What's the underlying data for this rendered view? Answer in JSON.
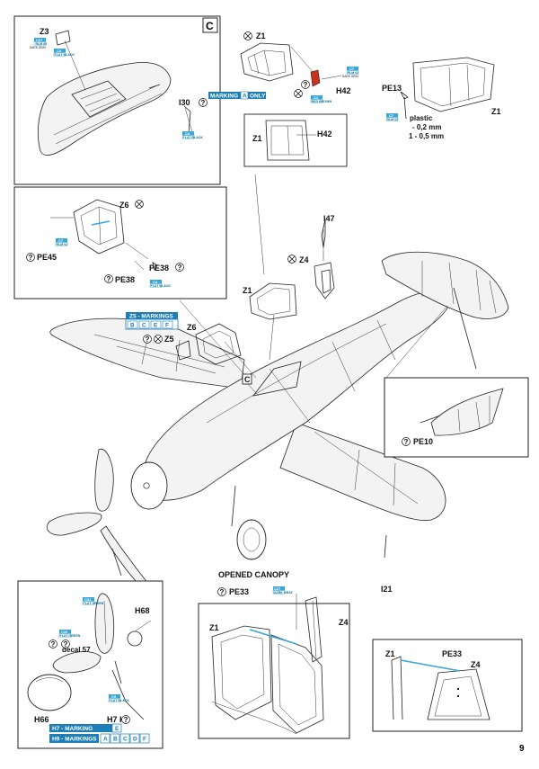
{
  "page_number": "9",
  "colors": {
    "accent_cyan": "#3aa6d6",
    "marking_blue": "#1e7eb8",
    "chip_red": "#c8311e",
    "line": "#222222"
  },
  "inset_c": {
    "corner_letter": "C",
    "part_z3": "Z3",
    "part_i30": "I30",
    "chip_top": {
      "num": "C27",
      "code": "RLM 66",
      "caption": "DARK GRAY"
    },
    "chip_mid": {
      "num": "C4",
      "code": "FLAT BLACK"
    },
    "chip_bottom": {
      "num": "C4",
      "code": "FLAT BLACK"
    }
  },
  "canopy_top": {
    "part_z1": "Z1",
    "part_h42": "H42",
    "marking_label": "MARKING",
    "marking_letter": "A",
    "marking_only": "ONLY",
    "chip_grey": {
      "num": "C7",
      "code": "RLM 02",
      "caption": "DARK GRAY"
    },
    "chip_red": {
      "num": "C1",
      "code": "RED BROWN"
    },
    "detail_z1": "Z1",
    "detail_h42": "H42"
  },
  "top_right": {
    "part_pe13": "PE13",
    "part_z1": "Z1",
    "chip": {
      "num": "C7",
      "code": "RLM 02"
    },
    "plastic_label": "plastic",
    "dim1": "- 0,2 mm",
    "dim2": "1 - 0,5 mm"
  },
  "inset_seat": {
    "part_z6": "Z6",
    "part_pe45": "PE45",
    "part_pe38a": "PE38",
    "part_pe38b": "PE38",
    "chip_a": {
      "num": "C7",
      "code": "RLM 02"
    },
    "chip_b": {
      "num": "C4",
      "code": "FLAT BLACK"
    }
  },
  "main": {
    "part_i47": "I47",
    "part_z4": "Z4",
    "part_z1": "Z1",
    "part_z6": "Z6",
    "part_z5": "Z5",
    "z5_markings_label": "Z5 - MARKINGS",
    "z5_letters": [
      "B",
      "C",
      "E",
      "F"
    ],
    "corner_letter": "C",
    "part_i21": "I21"
  },
  "tail_inset": {
    "part_pe10": "PE10"
  },
  "opened_canopy": {
    "title": "OPENED CANOPY",
    "part_pe33": "PE33",
    "part_z1": "Z1",
    "part_z4": "Z4",
    "chip": {
      "num": "C27",
      "code": "DARK GRAY"
    }
  },
  "canopy_detail": {
    "part_z1": "Z1",
    "part_pe33": "PE33",
    "part_z4": "Z4"
  },
  "prop_inset": {
    "part_h68": "H68",
    "decal_label": "decal 57",
    "part_h66": "H66",
    "part_h7h9": "H7  H9",
    "chip_a": {
      "num": "C31",
      "code": "FLAT GREEN"
    },
    "chip_b": {
      "num": "C34",
      "code": "FLAT GREEN"
    },
    "chip_c": {
      "num": "C9",
      "code": "FLAT BLACK"
    },
    "h7_label": "H7 - MARKING",
    "h7_letter": "E",
    "h9_label": "H9 - MARKINGS",
    "h9_letters": [
      "A",
      "B",
      "C",
      "D",
      "F"
    ]
  }
}
